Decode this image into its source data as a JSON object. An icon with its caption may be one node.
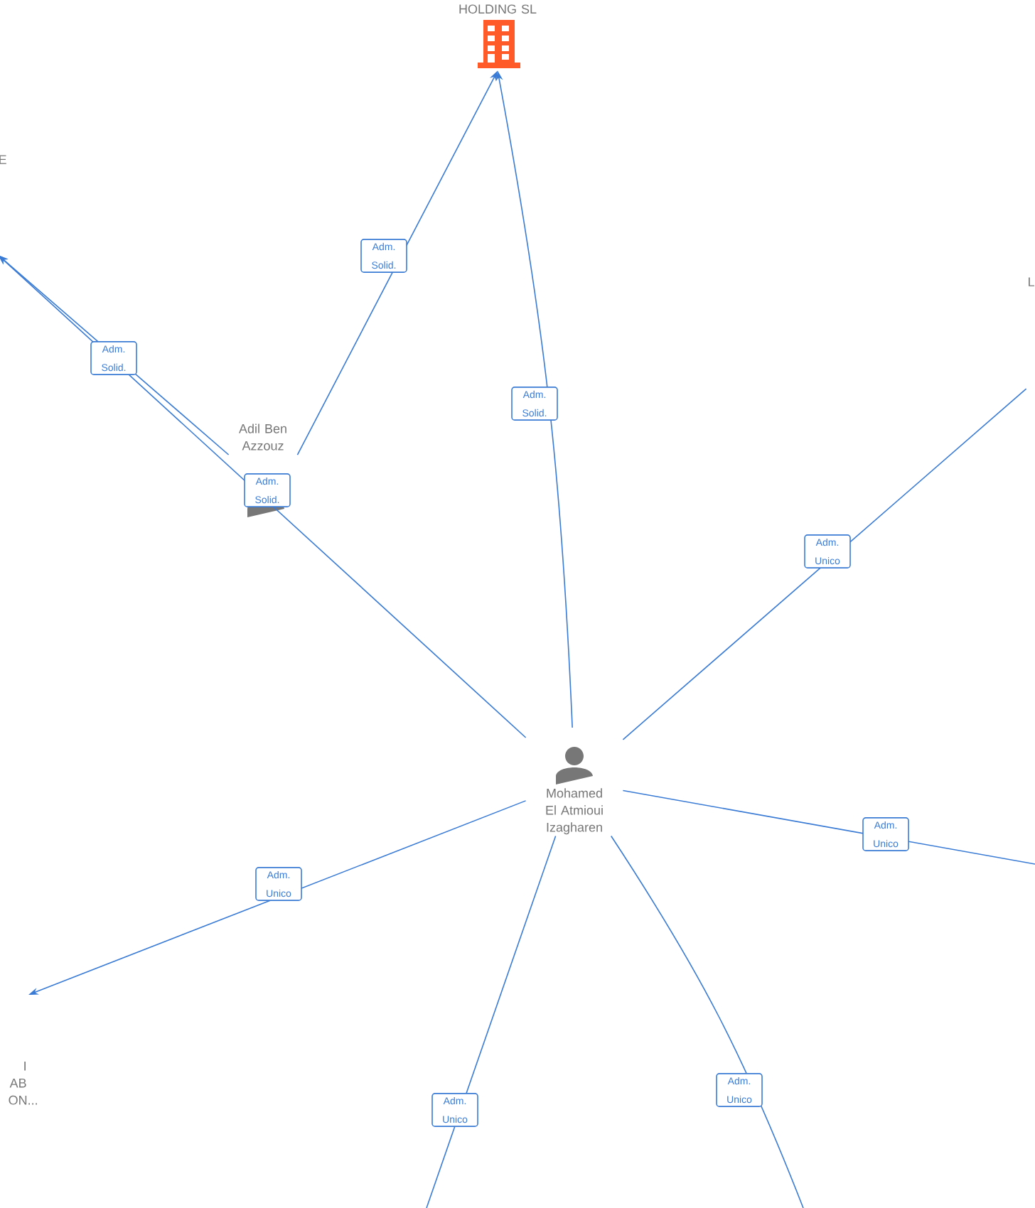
{
  "diagram": {
    "nodes": [
      {
        "text": [
          "HOLDING SL"
        ]
      },
      {
        "text": [
          "E"
        ]
      },
      {
        "text": [
          "L"
        ]
      },
      {
        "text": [
          "Adil Ben Azzouz"
        ]
      },
      {
        "text": [
          "Mohamed El Atmioui Izagharen"
        ]
      },
      {
        "text": [
          "I AB ON..."
        ]
      }
    ],
    "edges": [
      {
        "from": 3,
        "to": 0,
        "arrow": "to",
        "label": "Adm. Solid."
      },
      {
        "from": 4,
        "to": 0,
        "arrow": "to",
        "label": "Adm. Solid."
      },
      {
        "from": 3,
        "to": 1,
        "arrow": "to",
        "label": "Adm. Solid."
      },
      {
        "from": 4,
        "to": 1,
        "arrow": "to",
        "label": "Adm. Solid."
      },
      {
        "from": 4,
        "to": 2,
        "arrow": "none",
        "label": "Adm. Unico"
      },
      {
        "from": 4,
        "to": null,
        "arrow": "none",
        "label": "Adm. Unico"
      },
      {
        "from": 4,
        "to": 5,
        "arrow": "to",
        "label": "Adm. Unico"
      },
      {
        "from": 4,
        "to": null,
        "arrow": "none",
        "label": "Adm. Unico"
      },
      {
        "from": 4,
        "to": null,
        "arrow": "none",
        "label": "Adm. Unico"
      }
    ]
  }
}
